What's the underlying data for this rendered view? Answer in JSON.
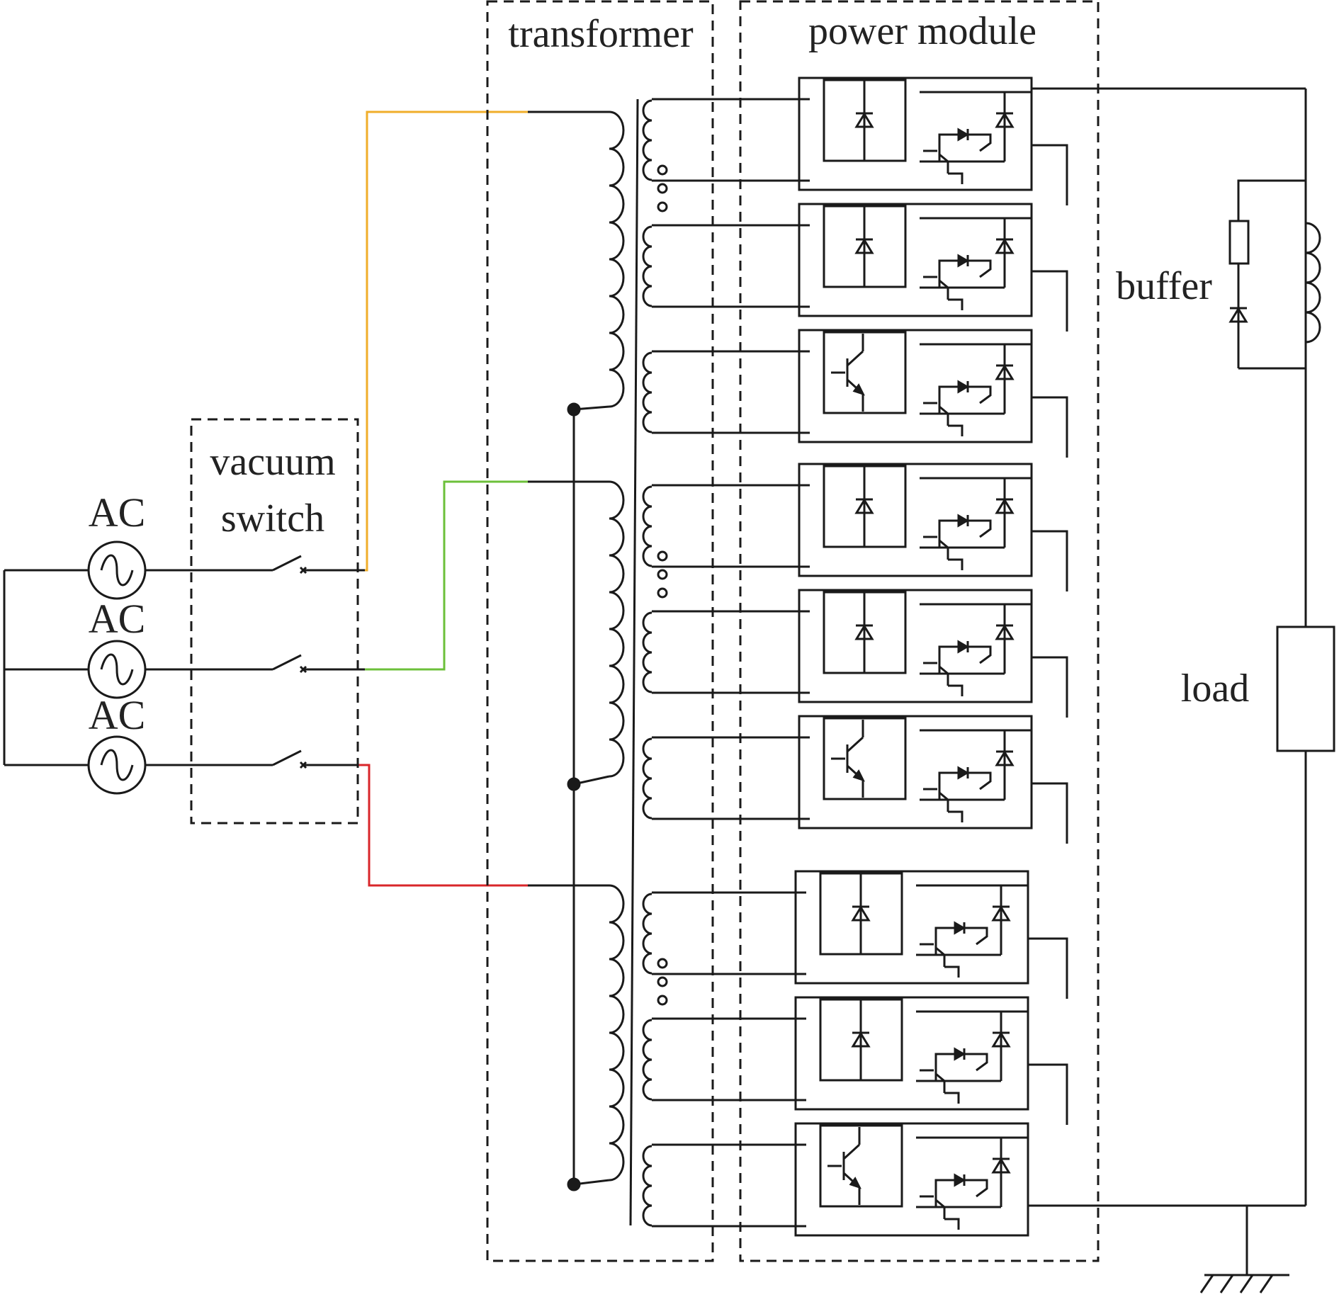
{
  "labels": {
    "ac_source": "AC",
    "vacuum_switch_line1": "vacuum",
    "vacuum_switch_line2": "switch",
    "transformer": "transformer",
    "power_module": "power module",
    "buffer": "buffer",
    "load": "load"
  },
  "phases": [
    {
      "id": "phase-a",
      "color": "#f0ae2a"
    },
    {
      "id": "phase-b",
      "color": "#6cc03a"
    },
    {
      "id": "phase-c",
      "color": "#d9262a"
    }
  ],
  "module_groups": [
    {
      "modules": [
        "rectifier-diode",
        "rectifier-diode",
        "transistor"
      ]
    },
    {
      "modules": [
        "rectifier-diode",
        "rectifier-diode",
        "transistor"
      ]
    },
    {
      "modules": [
        "rectifier-diode",
        "rectifier-diode",
        "transistor"
      ]
    }
  ],
  "colors": {
    "wire": "#1a1a1a",
    "dashed_box": "#1a1a1a"
  }
}
